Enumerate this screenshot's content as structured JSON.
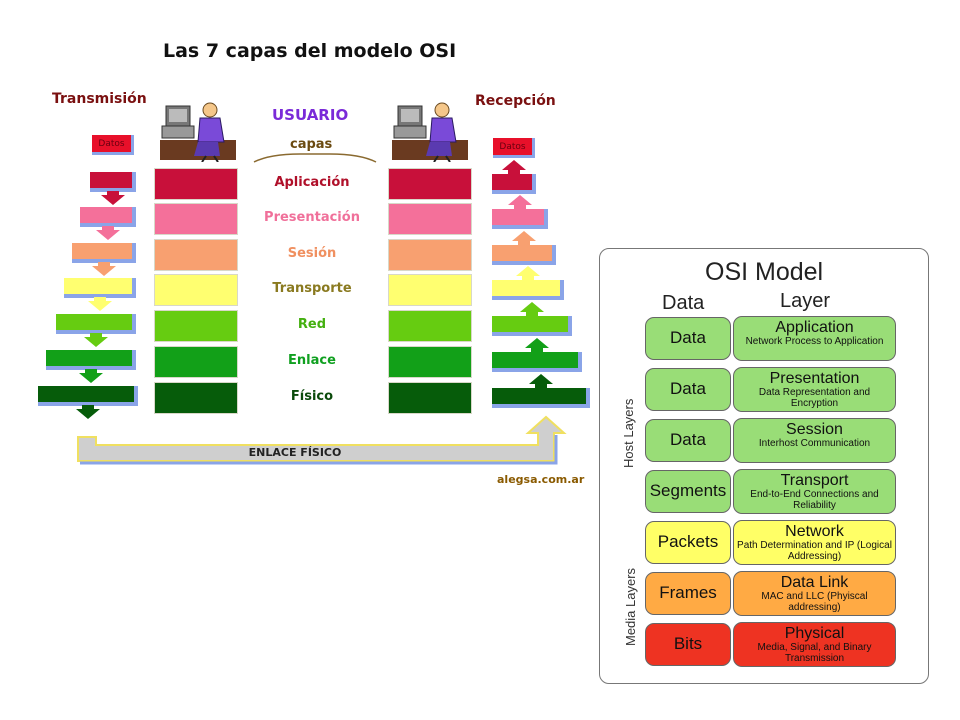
{
  "left_diagram": {
    "title": "Las 7 capas del modelo OSI",
    "transmission_label": "Transmisión",
    "reception_label": "Recepción",
    "user_label": "USUARIO",
    "layers_label": "capas",
    "data_label": "Datos",
    "physical_link_label": "ENLACE FÍSICO",
    "credit": "alegsa.com.ar",
    "layers": [
      {
        "name": "Aplicación",
        "color": "#c8103a",
        "text_color": "#b0102a"
      },
      {
        "name": "Presentación",
        "color": "#f4709a",
        "text_color": "#f0709a"
      },
      {
        "name": "Sesión",
        "color": "#f8a070",
        "text_color": "#f09060"
      },
      {
        "name": "Transporte",
        "color": "#ffff70",
        "text_color": "#8a7a20"
      },
      {
        "name": "Red",
        "color": "#66cc11",
        "text_color": "#44b010"
      },
      {
        "name": "Enlace",
        "color": "#12a018",
        "text_color": "#10a020"
      },
      {
        "name": "Físico",
        "color": "#065c0a",
        "text_color": "#0a4a0a"
      }
    ]
  },
  "osi_model": {
    "title": "OSI Model",
    "data_header": "Data",
    "layer_header": "Layer",
    "host_layers_label": "Host Layers",
    "media_layers_label": "Media Layers",
    "rows": [
      {
        "data": "Data",
        "layer": "Application",
        "desc": "Network Process to Application",
        "color": "#99dd77"
      },
      {
        "data": "Data",
        "layer": "Presentation",
        "desc": "Data Representation and Encryption",
        "color": "#99dd77"
      },
      {
        "data": "Data",
        "layer": "Session",
        "desc": "Interhost Communication",
        "color": "#99dd77"
      },
      {
        "data": "Segments",
        "layer": "Transport",
        "desc": "End-to-End Connections and Reliability",
        "color": "#99dd77"
      },
      {
        "data": "Packets",
        "layer": "Network",
        "desc": "Path Determination and IP (Logical Addressing)",
        "color": "#ffff66"
      },
      {
        "data": "Frames",
        "layer": "Data Link",
        "desc": "MAC and LLC (Phyiscal addressing)",
        "color": "#ffaa44"
      },
      {
        "data": "Bits",
        "layer": "Physical",
        "desc": "Media, Signal, and Binary Transmission",
        "color": "#ee3322"
      }
    ]
  }
}
